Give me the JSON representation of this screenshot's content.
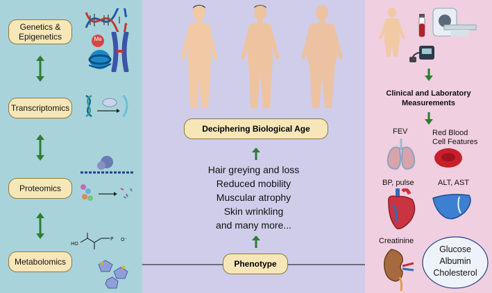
{
  "omics": [
    {
      "label_line1": "Genetics &",
      "label_line2": "Epigenetics",
      "mod_label": "Me"
    },
    {
      "label": "Transcriptomics"
    },
    {
      "label": "Proteomics"
    },
    {
      "label": "Metabolomics"
    }
  ],
  "center": {
    "title": "Deciphering Biological Age",
    "phenotype_label": "Phenotype",
    "traits": [
      "Hair greying and loss",
      "Reduced mobility",
      "Muscular atrophy",
      "Skin wrinkling",
      "and many more..."
    ]
  },
  "right": {
    "heading_line1": "Clinical and Laboratory",
    "heading_line2": "Measurements",
    "fev": "FEV",
    "rbc_line1": "Red Blood",
    "rbc_line2": "Cell Features",
    "bp": "BP, pulse",
    "alt": "ALT, AST",
    "creatinine": "Creatinine",
    "oval_lines": [
      "Glucose",
      "Albumin",
      "Cholesterol"
    ]
  },
  "colors": {
    "arrow": "#2e7d32",
    "box_fill": "#f6e6b8",
    "box_border": "#8a7a3a",
    "left_bg": "#a9d3da",
    "mid_bg": "#cfcde9",
    "right_bg": "#f0cfe0"
  }
}
